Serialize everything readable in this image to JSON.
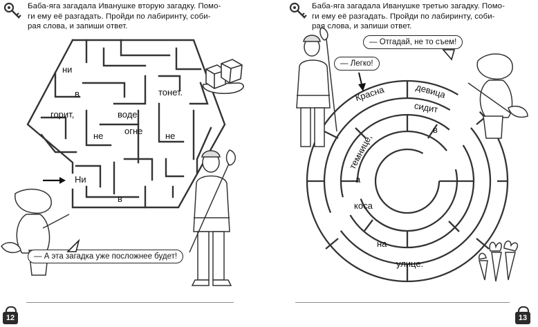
{
  "left_page": {
    "intro": "Баба-яга загадала Иванушке вторую загадку. Помо-\nги ему её разгадать. Пройди по лабиринту, соби-\nрая слова, и запиши ответ.",
    "maze_words": [
      "ни",
      "в",
      "тонет.",
      "горит,",
      "воде",
      "не",
      "огне",
      "не",
      "Ни",
      "в"
    ],
    "speech_bubble": "— А эта загадка уже посложнее будет!",
    "page_number": "12"
  },
  "right_page": {
    "intro": "Баба-яга загадала Иванушке третью загадку. Помо-\nги ему её разгадать. Пройди по лабиринту, соби-\nрая слова, и запиши ответ.",
    "bubble_top": "— Отгадай, не то съем!",
    "bubble_small": "— Легко!",
    "maze_words": [
      "Красна",
      "девица",
      "сидит",
      "в",
      "темнице,",
      "а",
      "коса",
      "на",
      "улице."
    ],
    "page_number": "13"
  }
}
